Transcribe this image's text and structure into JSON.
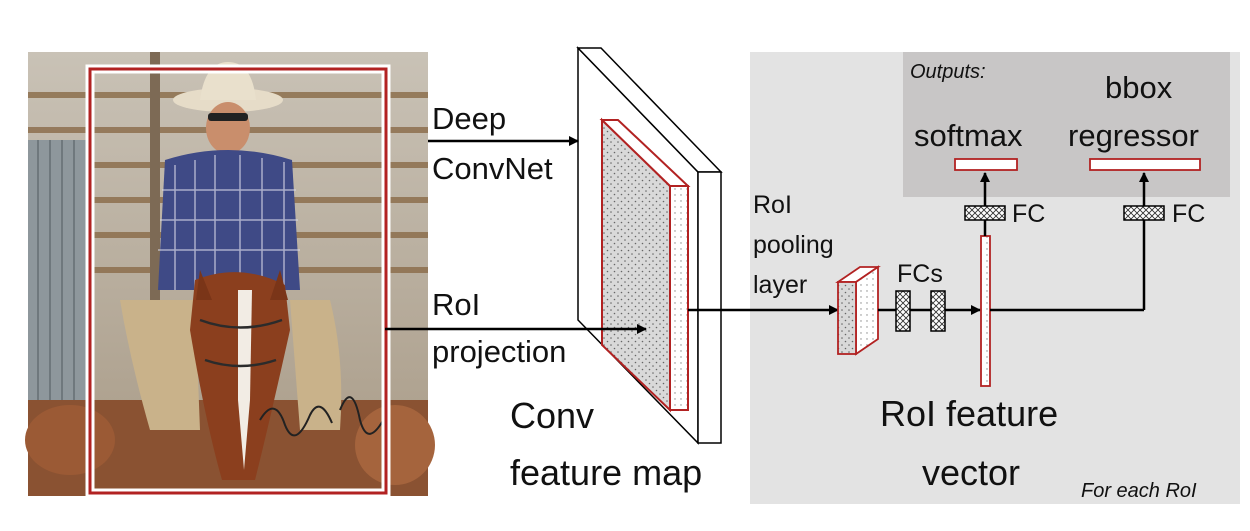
{
  "input_image": {
    "subject": "cowboy on horse photograph with region-of-interest box"
  },
  "labels": {
    "deep_convnet_line1": "Deep",
    "deep_convnet_line2": "ConvNet",
    "roi_projection_line1": "RoI",
    "roi_projection_line2": "projection",
    "conv_feature_map_line1": "Conv",
    "conv_feature_map_line2": "feature map",
    "roi_pooling_line1": "RoI",
    "roi_pooling_line2": "pooling",
    "roi_pooling_line3": "layer",
    "fcs": "FCs",
    "roi_feature_vector_line1": "RoI feature",
    "roi_feature_vector_line2": "vector",
    "outputs": "Outputs:",
    "softmax": "softmax",
    "bbox_line1": "bbox",
    "bbox_line2": "regressor",
    "fc_softmax": "FC",
    "fc_bbox": "FC",
    "for_each_roi": "For each RoI"
  },
  "colors": {
    "panel_background": "#e3e3e3",
    "outputs_background": "#c8c6c6",
    "roi_red": "#b22222",
    "arrow": "#000000"
  }
}
